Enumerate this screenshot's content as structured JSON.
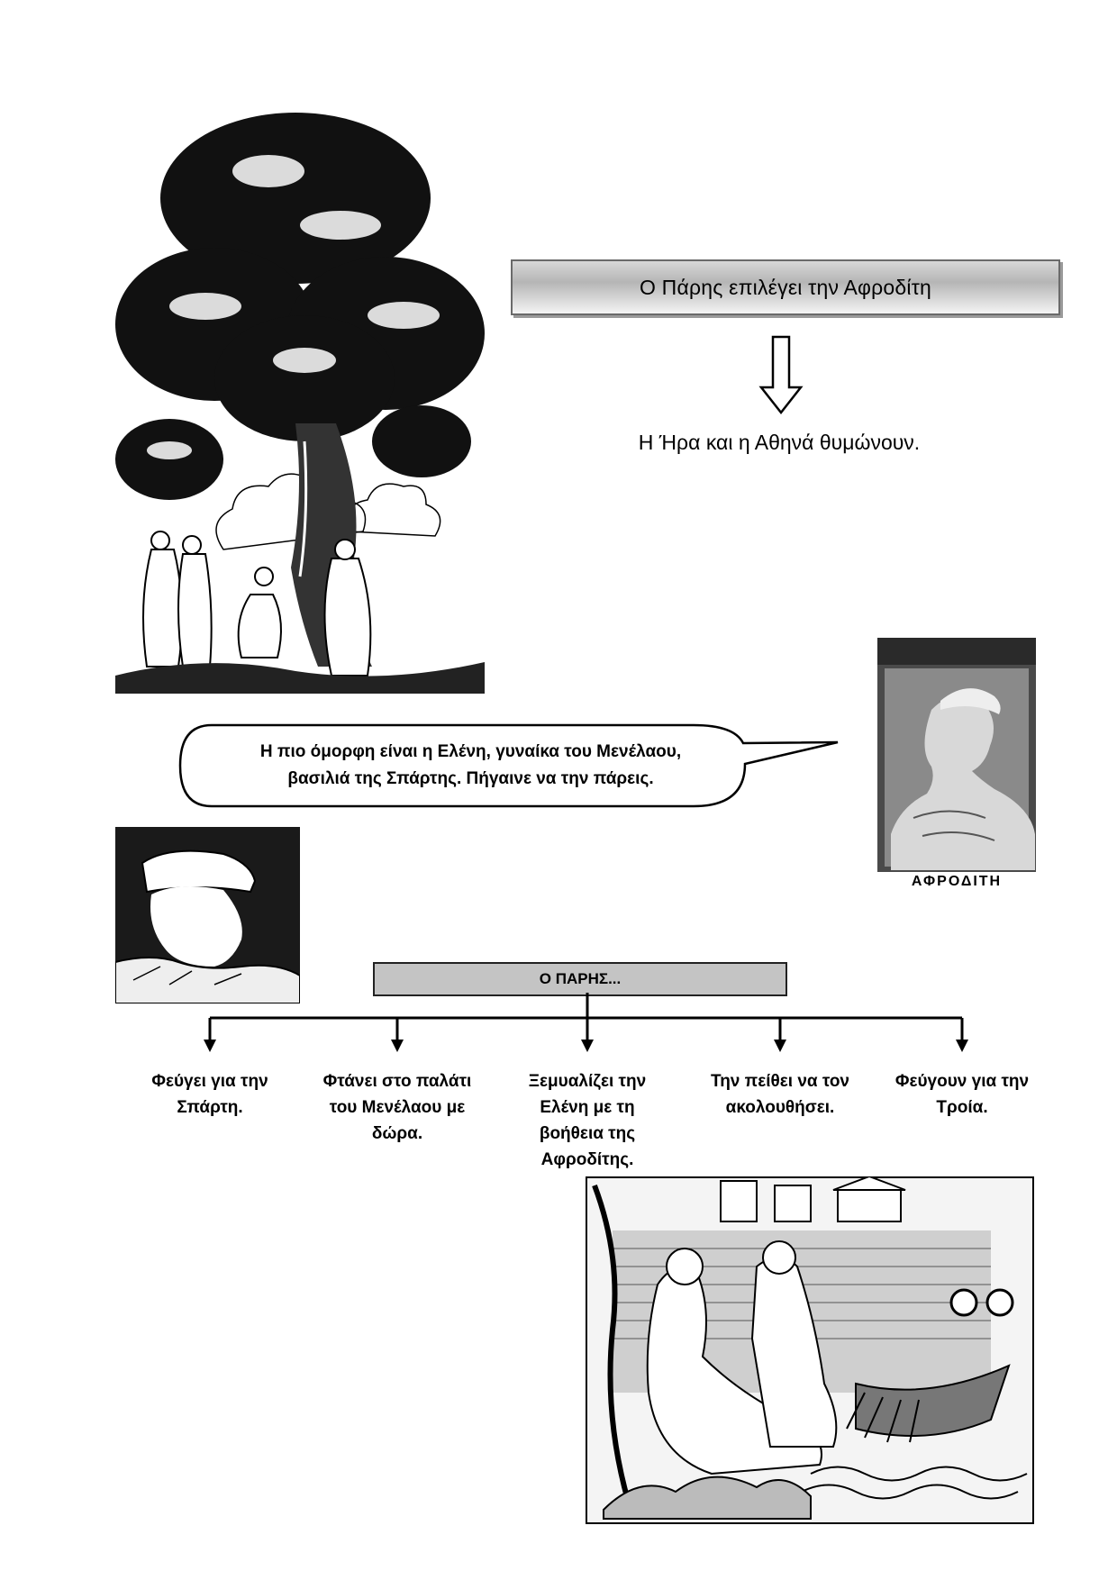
{
  "title_banner": "Ο Πάρης επιλέγει την Αφροδίτη",
  "result": "Η Ήρα και η Αθηνά θυμώνουν.",
  "speech": {
    "line1": "Η πιο όμορφη είναι η Ελένη,  γυναίκα του Μενέλαου,",
    "line2": "βασιλιά της Σπάρτης. Πήγαινε να την πάρεις."
  },
  "aphrodite_caption": "ΑΦΡΟΔΙΤΗ",
  "paris_box": "Ο ΠΑΡΗΣ...",
  "steps": [
    {
      "line1": "Φεύγει για την",
      "line2": "Σπάρτη.",
      "line3": "",
      "line4": ""
    },
    {
      "line1": "Φτάνει στο παλάτι",
      "line2": "του Μενέλαου με",
      "line3": "δώρα.",
      "line4": ""
    },
    {
      "line1": "Ξεμυαλίζει την",
      "line2": "Ελένη με τη",
      "line3": "βοήθεια της",
      "line4": "Αφροδίτης."
    },
    {
      "line1": "Την πείθει να τον",
      "line2": "ακολουθήσει.",
      "line3": "",
      "line4": ""
    },
    {
      "line1": "Φεύγουν για την",
      "line2": "Τροία.",
      "line3": "",
      "line4": ""
    }
  ]
}
